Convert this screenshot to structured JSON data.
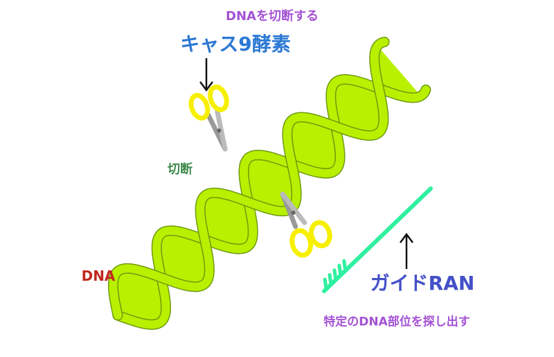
{
  "labels": {
    "cut_dna": "DNAを切断する",
    "cas9": "キャス9酵素",
    "cut": "切断",
    "dna": "DNA",
    "guide_rna": "ガイドRAN",
    "find_site": "特定のDNA部位を探し出す"
  },
  "colors": {
    "cut_dna": "#a452d4",
    "cas9": "#2b78d4",
    "cut": "#3f8a4d",
    "dna": "#c0281e",
    "guide_rna": "#4450c8",
    "find_site": "#a452d4",
    "helix": "#b8f000",
    "helix_outline": "#6f9a10",
    "guide": "#2ff0a0",
    "scissors_handle": "#f6f000"
  }
}
